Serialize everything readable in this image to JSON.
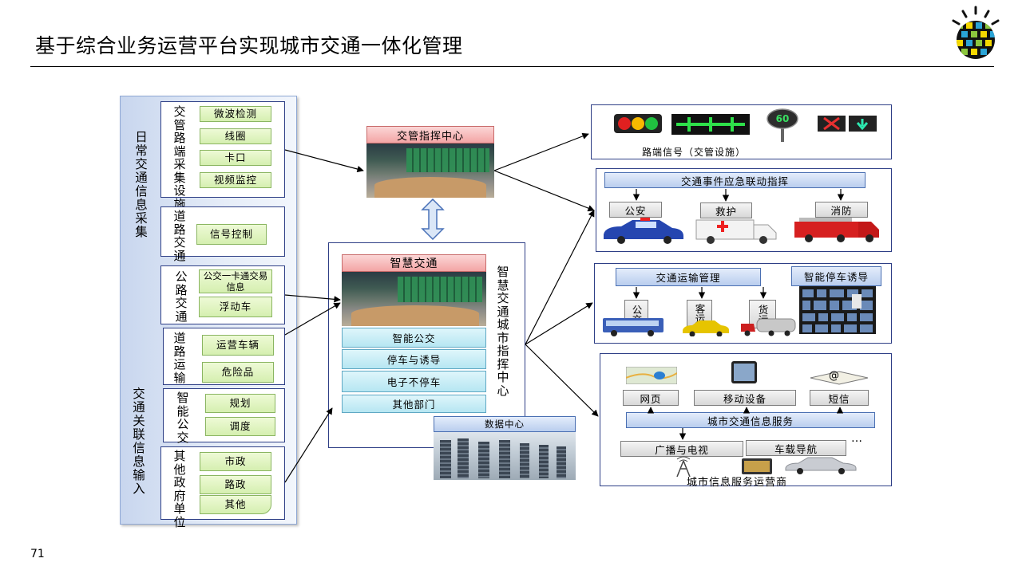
{
  "page": {
    "title": "基于综合业务运营平台实现城市交通一体化管理",
    "page_number": "71",
    "logo_icon": "ibm-smarter-planet-icon"
  },
  "left": {
    "cat1": "日常交通信息采集",
    "cat2": "交通关联信息输入",
    "groups": [
      {
        "label": "交管路端采集设施",
        "items": [
          "微波检测",
          "线圈",
          "卡口",
          "视频监控"
        ]
      },
      {
        "label": "道路交通",
        "items": [
          "信号控制"
        ]
      },
      {
        "label": "公路交通",
        "items": [
          "公交一卡通交易信息",
          "浮动车"
        ]
      },
      {
        "label": "道路运输",
        "items": [
          "运营车辆",
          "危险品"
        ]
      },
      {
        "label": "智能公交",
        "items": [
          "规划",
          "调度"
        ]
      },
      {
        "label": "其他政府单位",
        "items": [
          "市政",
          "路政",
          "其他"
        ]
      }
    ]
  },
  "center": {
    "command_center": "交管指挥中心",
    "smart_traffic": "智慧交通",
    "side_label": "智慧交通城市指挥中心",
    "modules": [
      "智能公交",
      "停车与诱导",
      "电子不停车",
      "其他部门"
    ],
    "data_center": "数据中心"
  },
  "right": {
    "signals": {
      "caption": "路端信号（交管设施）",
      "speed_value": "60"
    },
    "emergency": {
      "title": "交通事件应急联动指挥",
      "units": [
        "公安",
        "救护",
        "消防"
      ]
    },
    "transport": {
      "title": "交通运输管理",
      "parking": "智能停车诱导",
      "types": [
        "公交",
        "客运",
        "货运"
      ]
    },
    "info": {
      "channels_top": [
        "网页",
        "移动设备",
        "短信"
      ],
      "service_title": "城市交通信息服务",
      "channels_bottom": [
        "广播与电视",
        "车载导航"
      ],
      "ellipsis": "…",
      "caption": "城市信息服务运营商"
    }
  }
}
